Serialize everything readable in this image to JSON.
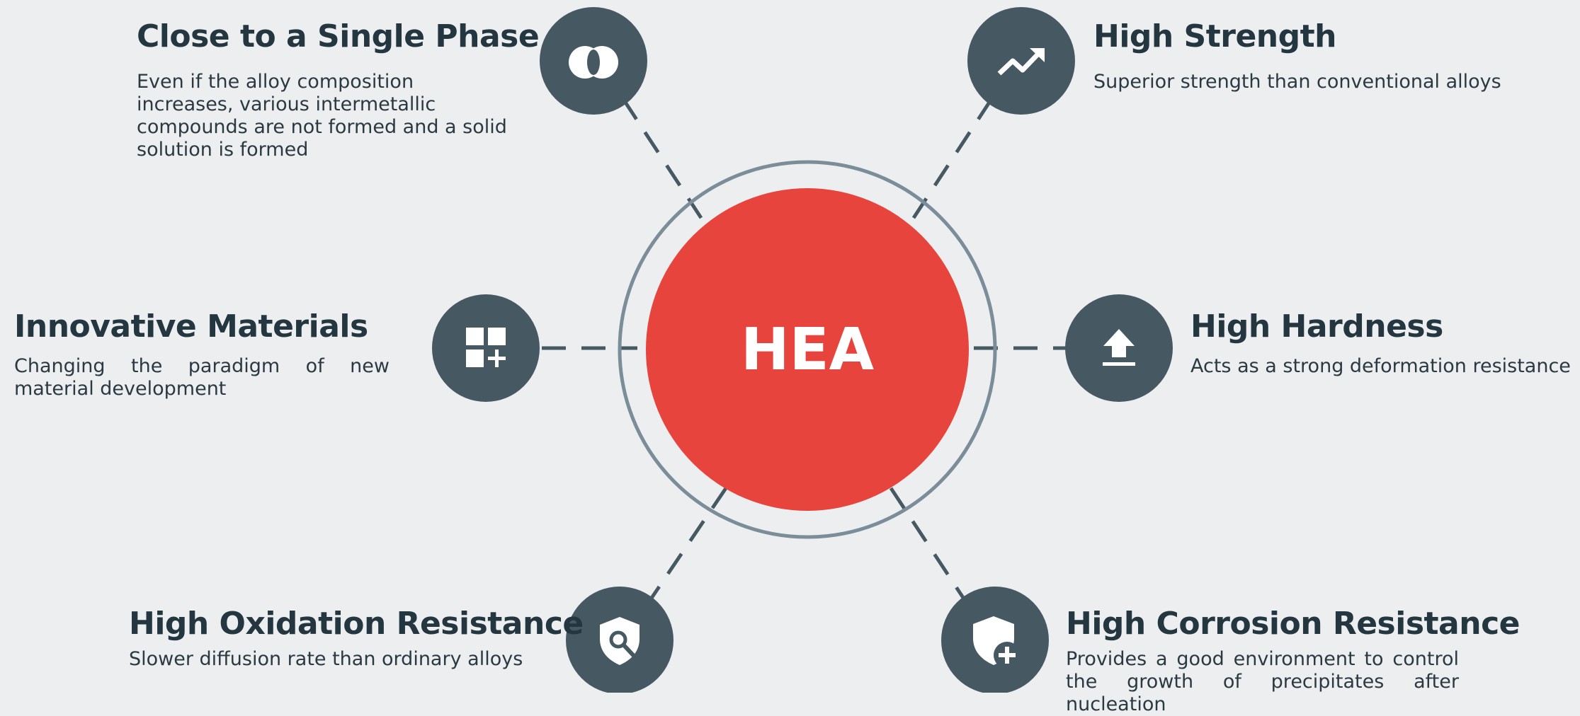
{
  "center": {
    "label": "HEA"
  },
  "colors": {
    "background": "#eceeef",
    "accent": "#e8443e",
    "node": "#465963",
    "ring": "#7a8d98",
    "connector": "#465963",
    "text": "#243640"
  },
  "features": [
    {
      "title": "Close to a Single Phase",
      "description": "Even if the alloy composition increases, various intermetallic compounds are not formed and a solid solution is formed",
      "icon": "overlapping-circles-icon"
    },
    {
      "title": "High Strength",
      "description": "Superior strength than conventional alloys",
      "icon": "trending-up-icon"
    },
    {
      "title": "Innovative Materials",
      "description": "Changing the paradigm of new material development",
      "icon": "add-grid-icon"
    },
    {
      "title": "High Hardness",
      "description": "Acts as a strong deformation resistance",
      "icon": "upload-arrow-icon"
    },
    {
      "title": "High Oxidation Resistance",
      "description": "Slower diffusion rate than ordinary alloys",
      "icon": "shield-search-icon"
    },
    {
      "title": "High Corrosion Resistance",
      "description": "Provides a good environment to control the growth of precipitates after nucleation",
      "icon": "shield-plus-icon"
    }
  ]
}
